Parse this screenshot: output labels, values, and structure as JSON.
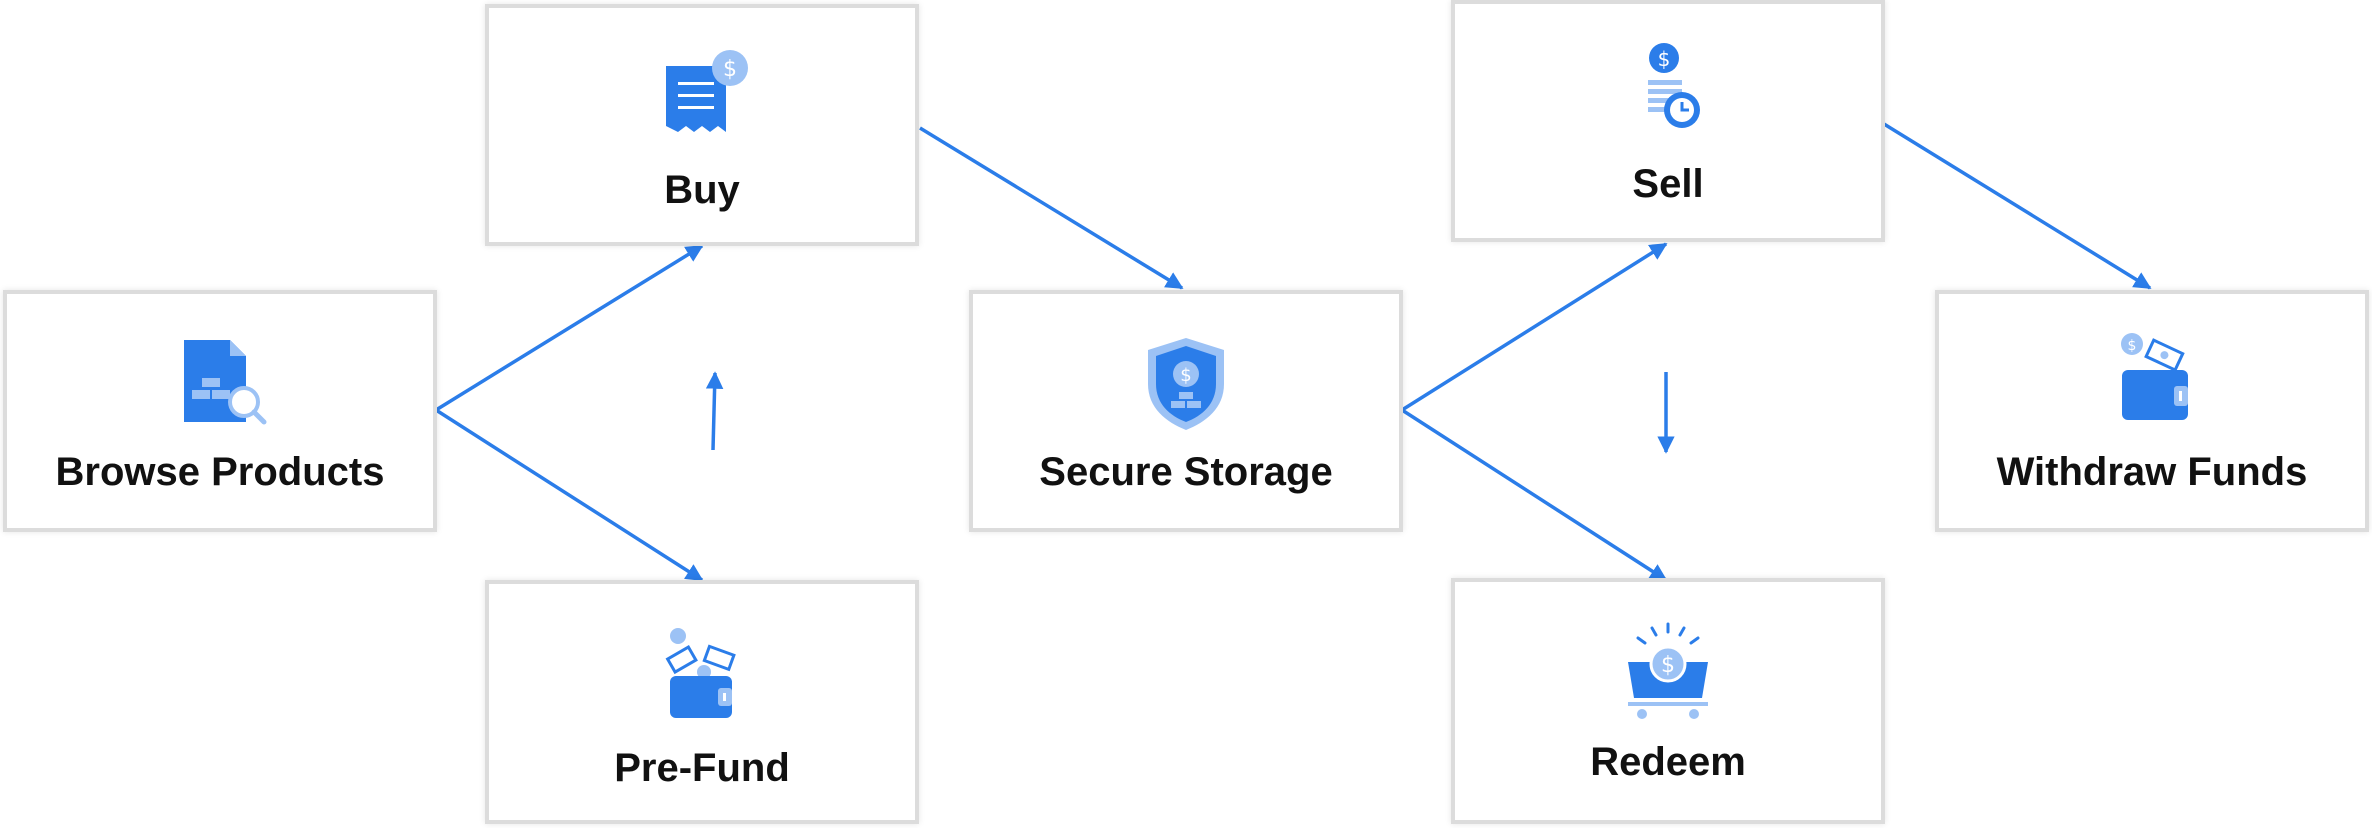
{
  "colors": {
    "accent": "#2b7de9",
    "accent_light": "#9cc2f5",
    "box_border": "#dcdcdc",
    "text": "#111111"
  },
  "nodes": {
    "browse": {
      "label": "Browse Products",
      "icon": "gold-document-search-icon"
    },
    "buy": {
      "label": "Buy",
      "icon": "receipt-dollar-icon"
    },
    "prefund": {
      "label": "Pre-Fund",
      "icon": "wallet-cash-icon"
    },
    "storage": {
      "label": "Secure Storage",
      "icon": "shield-dollar-icon"
    },
    "sell": {
      "label": "Sell",
      "icon": "coin-stack-clock-icon"
    },
    "redeem": {
      "label": "Redeem",
      "icon": "cart-coin-icon"
    },
    "withdraw": {
      "label": "Withdraw Funds",
      "icon": "wallet-money-icon"
    }
  }
}
